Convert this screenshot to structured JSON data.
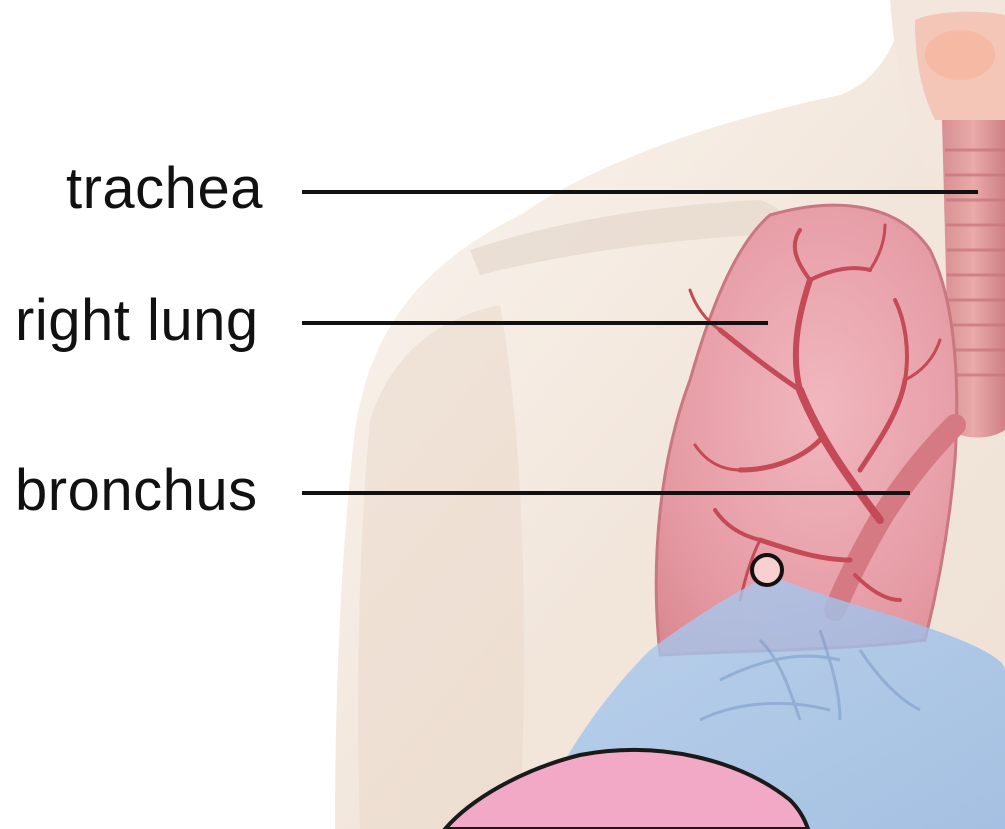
{
  "labels": {
    "trachea": "trachea",
    "right_lung": "right lung",
    "bronchus": "bronchus"
  },
  "colors": {
    "skin": "#efe3d8",
    "lung": "#e59aa3",
    "vessel": "#c44a57",
    "trachea": "#d98f92",
    "diaphragm_overlay": "#8fb7e5",
    "heart": "#f2a9c5",
    "leader_line": "#111111"
  }
}
